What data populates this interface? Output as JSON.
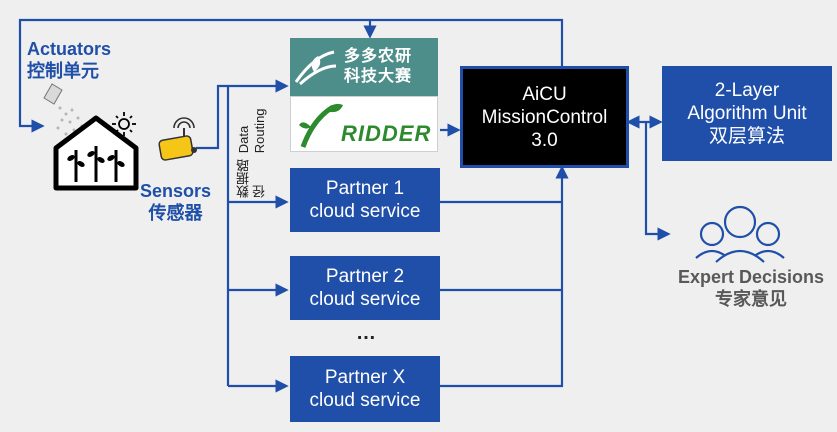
{
  "actuators": {
    "en": "Actuators",
    "zh": "控制单元"
  },
  "sensors": {
    "en": "Sensors",
    "zh": "传感器"
  },
  "data_routing": {
    "en": "Data Routing",
    "zh": "数据路径"
  },
  "logos": {
    "top_text_line1": "多多农研",
    "top_text_line2": "科技大赛",
    "bottom_text": "RIDDER"
  },
  "mission_control": {
    "line1": "AiCU",
    "line2": "MissionControl",
    "line3": "3.0"
  },
  "algorithm_unit": {
    "line1": "2-Layer",
    "line2": "Algorithm Unit",
    "line3": "双层算法"
  },
  "partners": [
    {
      "line1": "Partner 1",
      "line2": "cloud service"
    },
    {
      "line1": "Partner 2",
      "line2": "cloud service"
    },
    {
      "line1": "Partner X",
      "line2": "cloud service"
    }
  ],
  "ellipsis": "…",
  "expert": {
    "en": "Expert Decisions",
    "zh": "专家意见"
  },
  "colors": {
    "accent_blue": "#1f4fa8",
    "background": "#efefef",
    "black_box": "#000000"
  }
}
